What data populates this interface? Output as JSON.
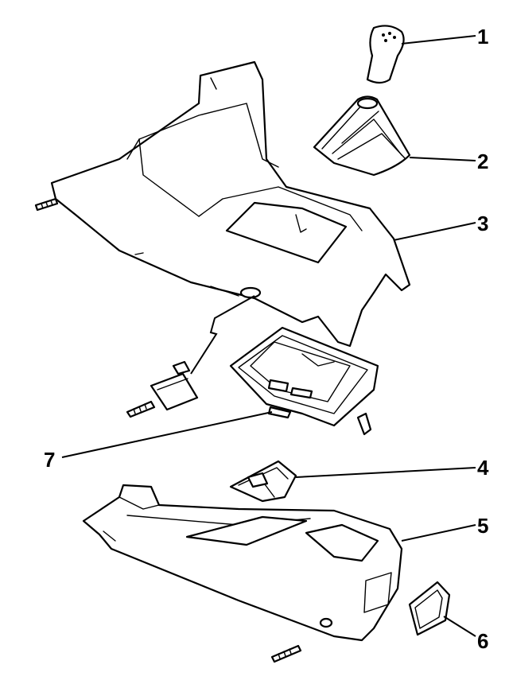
{
  "callouts": [
    {
      "id": "1"
    },
    {
      "id": "2"
    },
    {
      "id": "3"
    },
    {
      "id": "4"
    },
    {
      "id": "5"
    },
    {
      "id": "6"
    },
    {
      "id": "7"
    }
  ],
  "colors": {
    "line": "#000000",
    "background": "#ffffff"
  }
}
